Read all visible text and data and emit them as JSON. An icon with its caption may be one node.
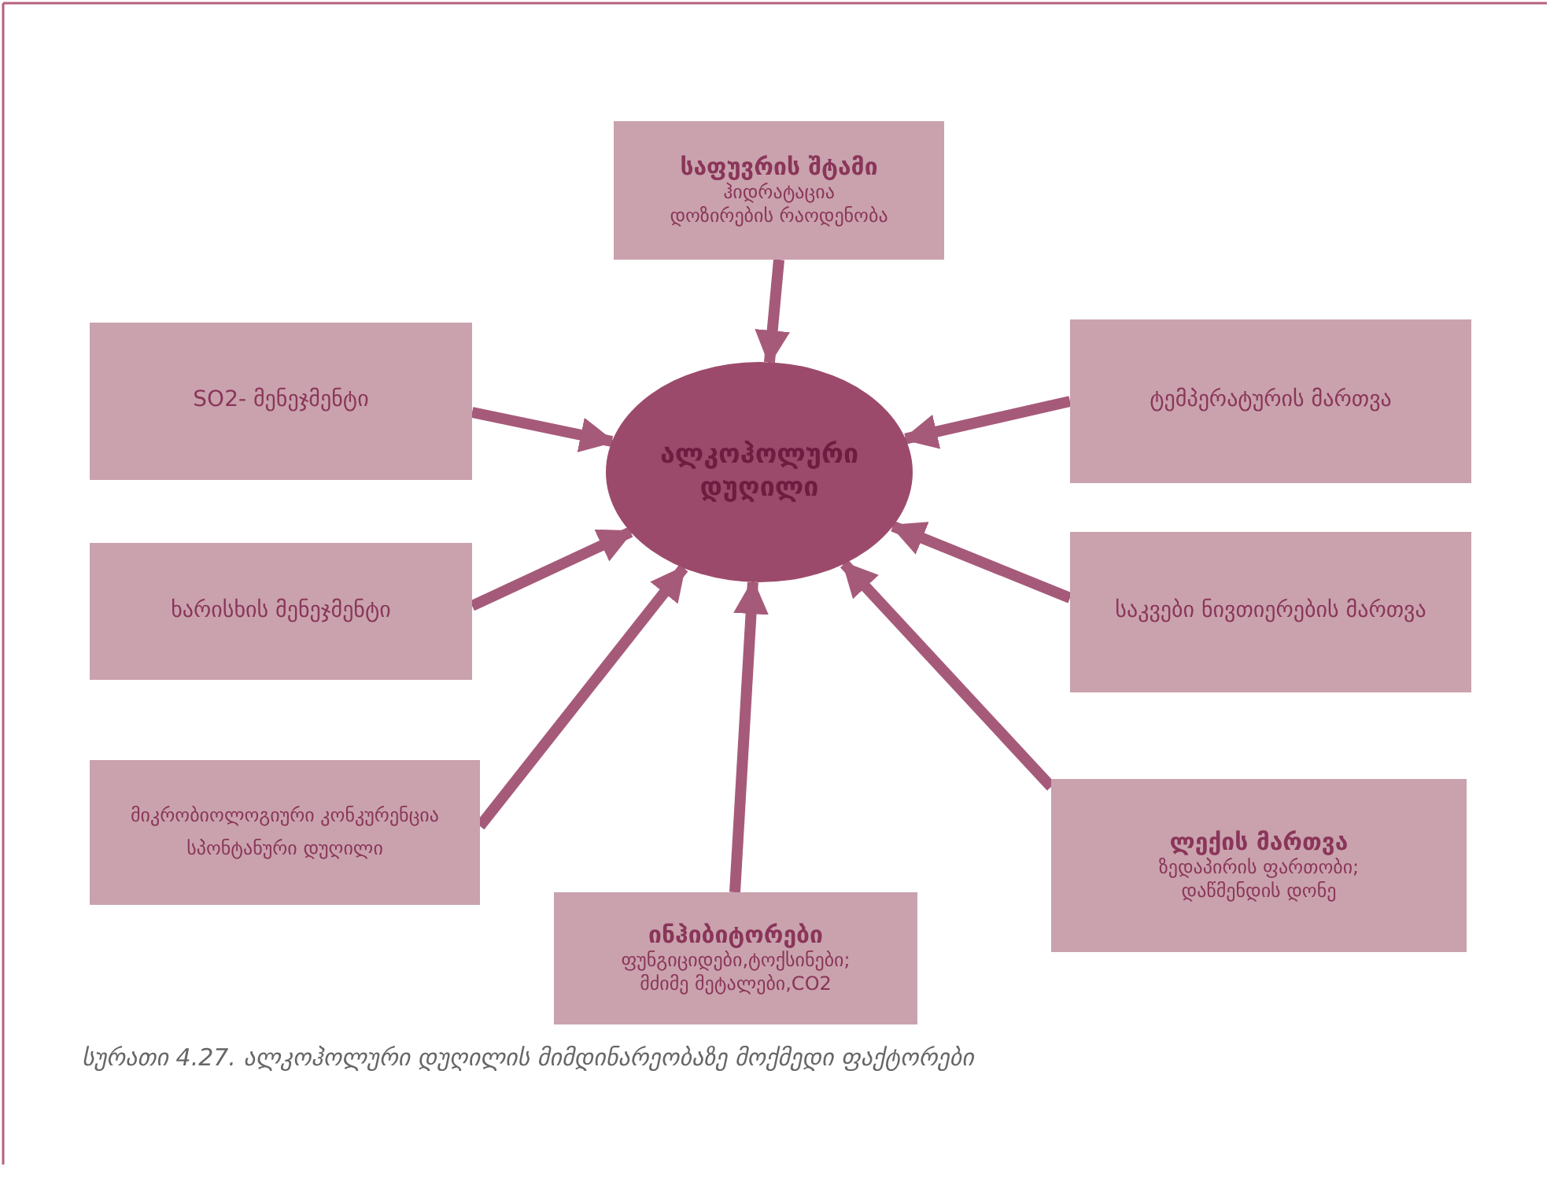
{
  "diagram": {
    "caption": "სურათი 4.27. ალკოჰოლური დუღილის მიმდინარეობაზე მოქმედი ფაქტორები",
    "nodes": [
      {
        "text": [
          "საფუვრის შტამი",
          "ჰიდრატაცია",
          "დოზირების რაოდენობა"
        ]
      },
      {
        "text": [
          "SO2- მენეჯმენტი"
        ]
      },
      {
        "text": [
          "ტემპერატურის მართვა"
        ]
      },
      {
        "text": [
          "ალკოჰოლური დუღილი"
        ]
      },
      {
        "text": [
          "ხარისხის მენეჯმენტი"
        ]
      },
      {
        "text": [
          "საკვები ნივთიერების მართვა"
        ]
      },
      {
        "text": [
          "მიკრობიოლოგიური კონკურენცია",
          "სპონტანური დუღილი"
        ]
      },
      {
        "text": [
          "ინჰიბიტორები",
          "ფუნგიციდები,ტოქსინები;",
          "მძიმე მეტალები,CO2"
        ]
      },
      {
        "text": [
          "ლექის მართვა",
          "ზედაპირის ფართობი;",
          "დაწმენდის დონე"
        ]
      }
    ],
    "edges": [
      {
        "from": 0,
        "to": 3,
        "arrow": "to"
      },
      {
        "from": 1,
        "to": 3,
        "arrow": "to"
      },
      {
        "from": 2,
        "to": 3,
        "arrow": "to"
      },
      {
        "from": 4,
        "to": 3,
        "arrow": "to"
      },
      {
        "from": 5,
        "to": 3,
        "arrow": "to"
      },
      {
        "from": 6,
        "to": 3,
        "arrow": "to"
      },
      {
        "from": 7,
        "to": 3,
        "arrow": "to"
      },
      {
        "from": 8,
        "to": 3,
        "arrow": "to"
      }
    ]
  }
}
